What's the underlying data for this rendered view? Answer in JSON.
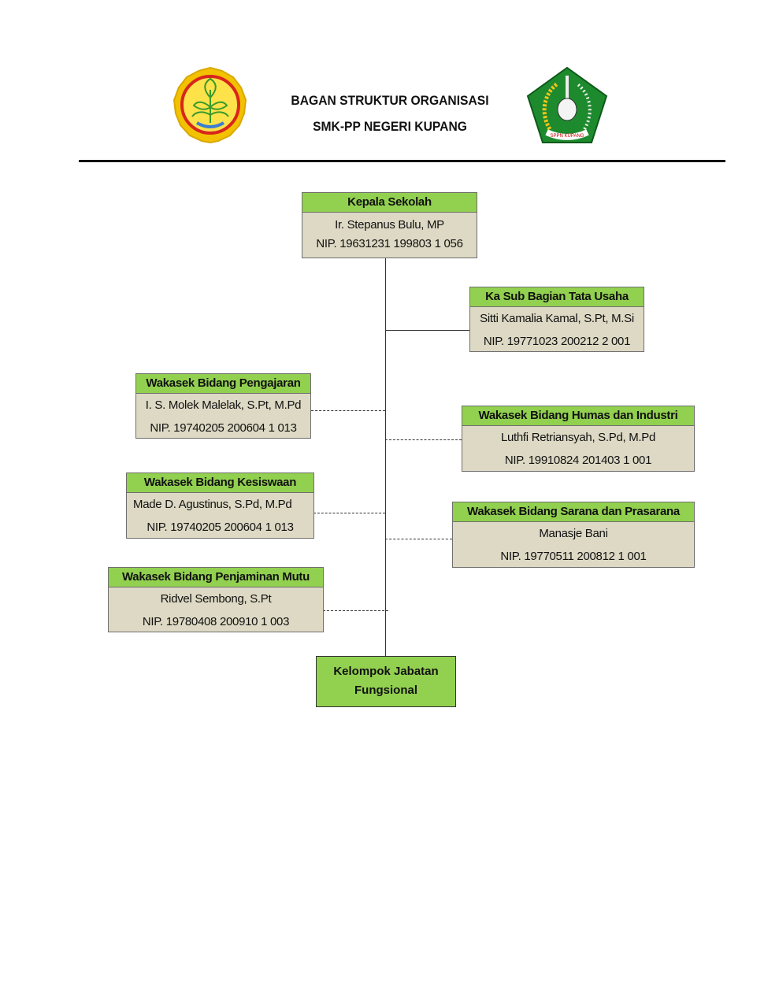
{
  "header": {
    "title_line1": "BAGAN STRUKTUR ORGANISASI",
    "title_line2": "SMK-PP NEGERI KUPANG",
    "logo_right_text": "SPPN KUPANG"
  },
  "colors": {
    "header_green": "#92d050",
    "body_beige": "#ddd9c4"
  },
  "boxes": {
    "kepala": {
      "title": "Kepala Sekolah",
      "name": "Ir. Stepanus Bulu, MP",
      "nip": "NIP. 19631231 199803 1 056"
    },
    "tata_usaha": {
      "title": "Ka Sub Bagian Tata Usaha",
      "name": "Sitti Kamalia Kamal, S.Pt, M.Si",
      "nip": "NIP. 19771023 200212 2 001"
    },
    "pengajaran": {
      "title": "Wakasek Bidang Pengajaran",
      "name": "I. S. Molek Malelak, S.Pt, M.Pd",
      "nip": "NIP. 19740205 200604 1 013"
    },
    "humas": {
      "title": "Wakasek Bidang Humas dan Industri",
      "name": "Luthfi Retriansyah, S.Pd, M.Pd",
      "nip": "NIP. 19910824 201403 1 001"
    },
    "kesiswaan": {
      "title": "Wakasek Bidang Kesiswaan",
      "name": "Made D. Agustinus, S.Pd, M.Pd",
      "nip": "NIP. 19740205 200604 1 013"
    },
    "sarana": {
      "title": "Wakasek Bidang Sarana dan Prasarana",
      "name": "Manasje Bani",
      "nip": "NIP. 19770511 200812 1 001"
    },
    "mutu": {
      "title": "Wakasek Bidang Penjaminan Mutu",
      "name": "Ridvel Sembong, S.Pt",
      "nip": "NIP. 19780408 200910 1 003"
    }
  },
  "fungsional": {
    "line1": "Kelompok Jabatan",
    "line2": "Fungsional"
  }
}
